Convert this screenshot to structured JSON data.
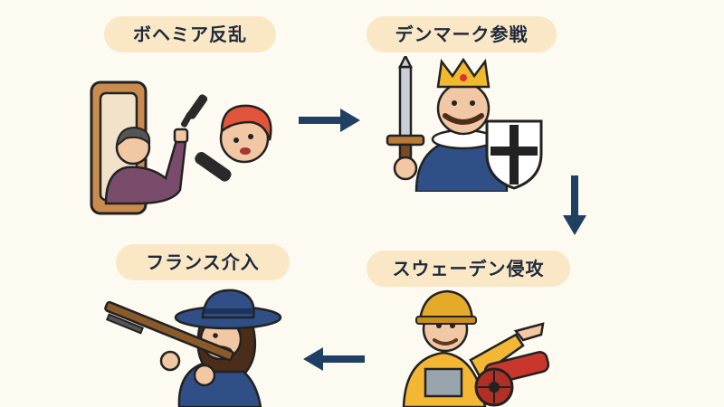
{
  "steps": [
    {
      "label": "ボヘミア反乱"
    },
    {
      "label": "デンマーク参戦"
    },
    {
      "label": "スウェーデン侵攻"
    },
    {
      "label": "フランス介入"
    }
  ],
  "colors": {
    "background": "#fdfaf1",
    "label_bg": "#f9e7c6",
    "text": "#1e2a3a",
    "arrow": "#1f3f63"
  },
  "icons": {
    "step1": "defenestration-window-icon",
    "step2": "king-sword-shield-icon",
    "step3": "soldier-cannon-icon",
    "step4": "musketeer-icon",
    "arrows": [
      "arrow-right-icon",
      "arrow-down-icon",
      "arrow-left-icon"
    ]
  }
}
